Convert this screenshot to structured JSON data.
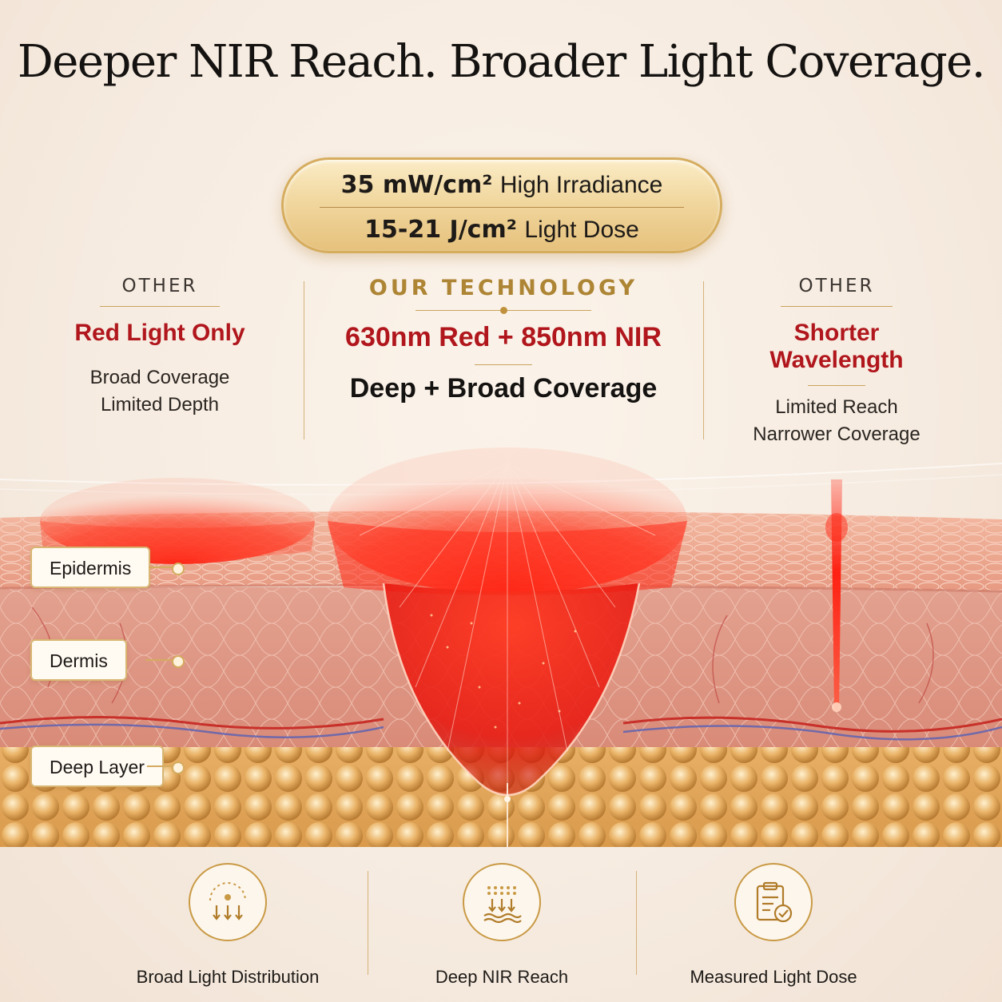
{
  "headline": "Deeper NIR Reach. Broader Light Coverage.",
  "specs": {
    "irradiance_value": "35 mW/cm²",
    "irradiance_label": "High Irradiance",
    "dose_value": "15-21 J/cm²",
    "dose_label": "Light Dose"
  },
  "columns": {
    "left": {
      "tag": "OTHER",
      "title": "Red Light Only",
      "desc_line1": "Broad Coverage",
      "desc_line2": "Limited Depth"
    },
    "center": {
      "tag": "OUR TECHNOLOGY",
      "title": "630nm Red + 850nm NIR",
      "desc": "Deep + Broad Coverage"
    },
    "right": {
      "tag": "OTHER",
      "title": "Shorter Wavelength",
      "desc_line1": "Limited Reach",
      "desc_line2": "Narrower Coverage"
    }
  },
  "layers": [
    "Epidermis",
    "Dermis",
    "Deep Layer"
  ],
  "features": [
    {
      "icon": "broad-distribution-icon",
      "label": "Broad Light Distribution"
    },
    {
      "icon": "deep-nir-icon",
      "label": "Deep NIR Reach"
    },
    {
      "icon": "clipboard-check-icon",
      "label": "Measured Light Dose"
    }
  ],
  "colors": {
    "accent_red": "#b0161c",
    "gold": "#c99a45",
    "light_red": "#ff2a1a"
  }
}
